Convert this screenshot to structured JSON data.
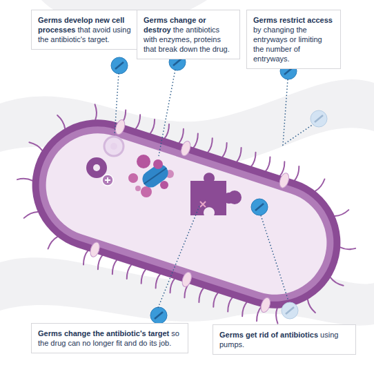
{
  "diagram": {
    "nodes": [
      {
        "text": [
          "Germs develop new cell processes",
          "that avoid using the antibiotic's target."
        ]
      },
      {
        "text": [
          "Germs change or destroy",
          "the antibiotics with enzymes, proteins that break down the drug."
        ]
      },
      {
        "text": [
          "Germs restrict access",
          "by changing the entryways or limiting the number of entryways."
        ]
      },
      {
        "text": [
          "Germs change the antibiotic's target",
          "so the drug can no longer fit and do its job."
        ]
      },
      {
        "text": [
          "Germs get rid of antibiotics",
          "using pumps."
        ]
      }
    ]
  }
}
